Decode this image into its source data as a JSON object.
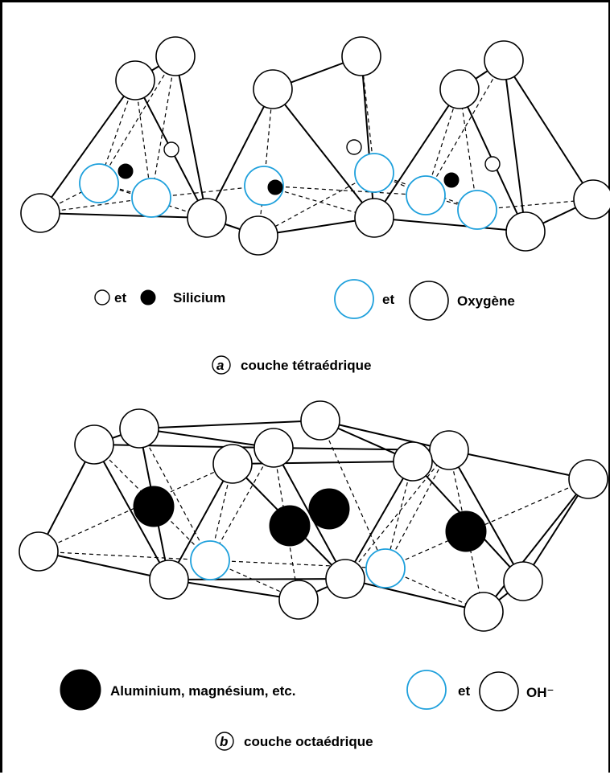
{
  "panel_a": {
    "legend": {
      "silicium_connector": "et",
      "silicium_label": "Silicium",
      "oxygen_connector": "et",
      "oxygen_label": "Oxygène"
    },
    "caption_letter": "a",
    "caption_text": "couche tétraédrique"
  },
  "panel_b": {
    "legend": {
      "metal_label": "Aluminium, magnésium, etc.",
      "oh_connector": "et",
      "oh_label": "OH⁻"
    },
    "caption_letter": "b",
    "caption_text": "couche octaédrique"
  },
  "colors": {
    "blue_outline": "#1ea0dc",
    "black": "#000000",
    "white": "#ffffff"
  }
}
